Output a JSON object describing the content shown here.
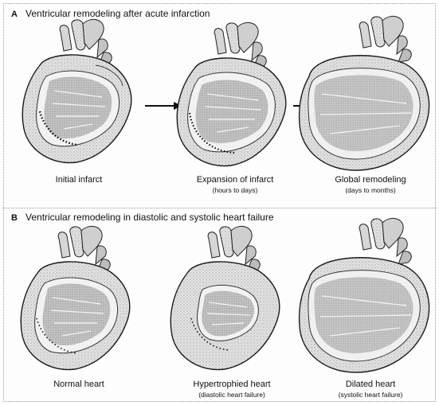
{
  "panel_a": {
    "letter": "A",
    "title": "Ventricular remodeling after acute infarction",
    "items": [
      {
        "label": "Initial infarct",
        "sub": ""
      },
      {
        "label": "Expansion of infarct",
        "sub": "(hours to days)"
      },
      {
        "label": "Global remodeling",
        "sub": "(days to months)"
      }
    ]
  },
  "panel_b": {
    "letter": "B",
    "title": "Ventricular remodeling in diastolic and systolic heart failure",
    "items": [
      {
        "label": "Normal heart",
        "sub": ""
      },
      {
        "label": "Hypertrophied heart",
        "sub": "(diastolic heart failure)"
      },
      {
        "label": "Dilated heart",
        "sub": "(systolic heart failure)"
      }
    ]
  },
  "colors": {
    "ink": "#1a1a1a",
    "tissue": "#d9d9d9",
    "shadow": "#8a8a8a",
    "fiber": "#f4f4f4"
  }
}
